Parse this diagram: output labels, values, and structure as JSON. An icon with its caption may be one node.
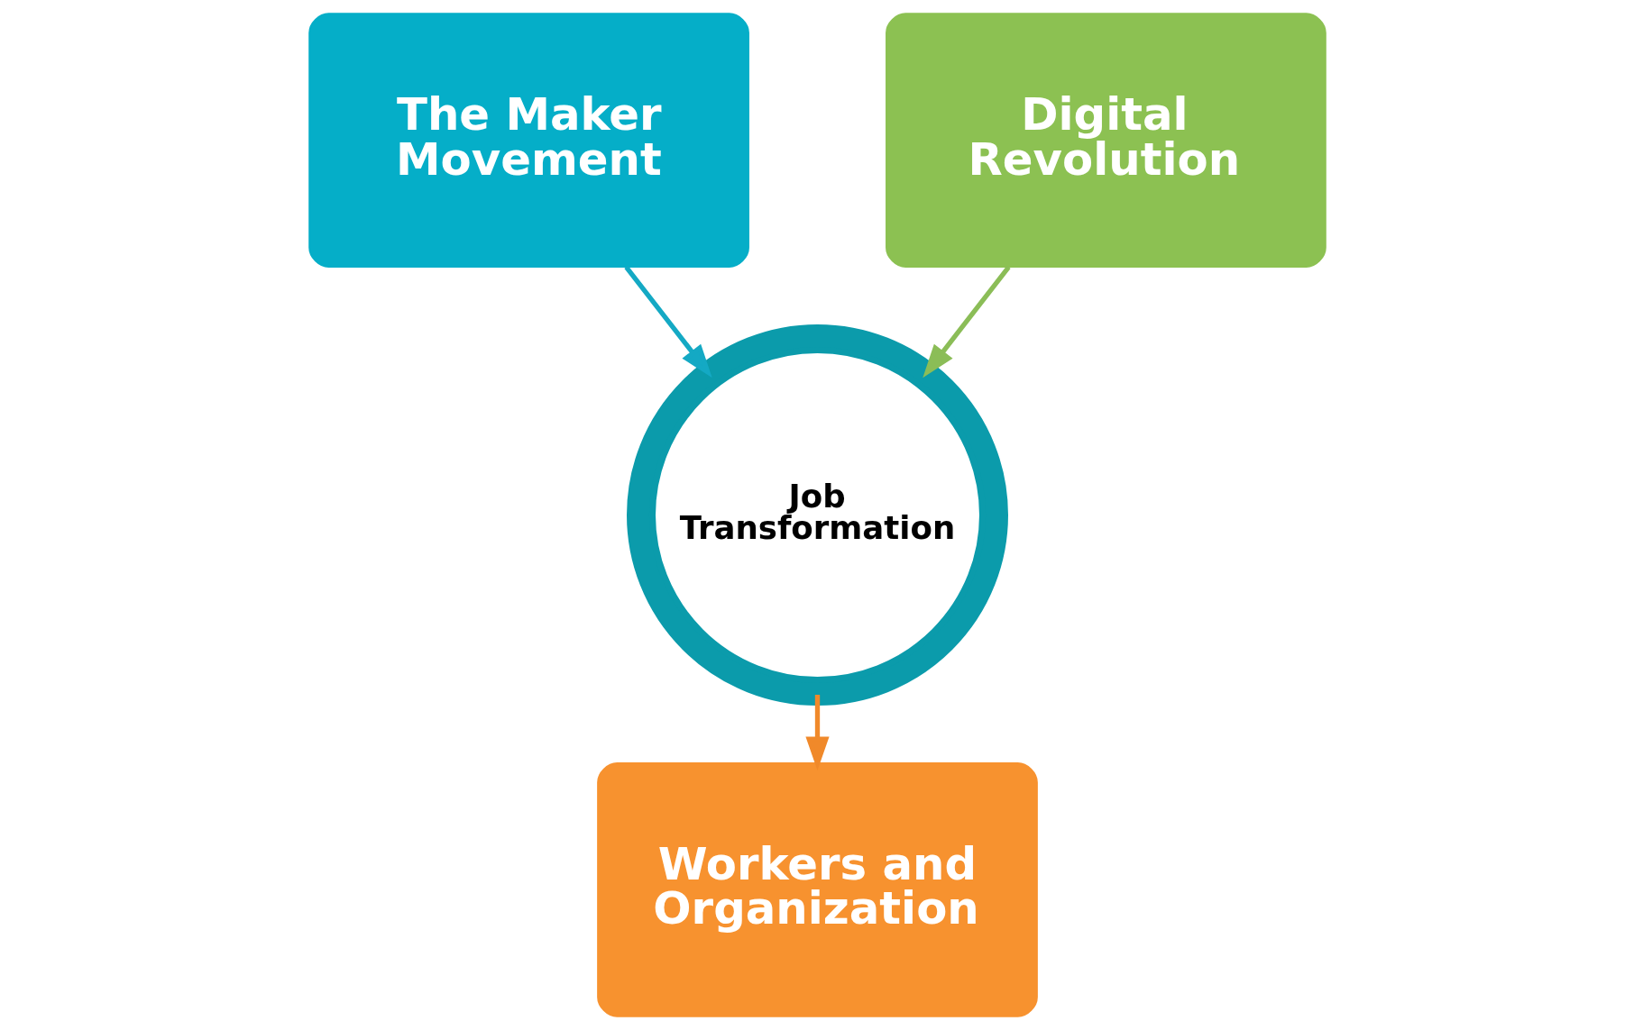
{
  "diagram": {
    "nodes": [
      {
        "text": [
          "The Maker Movement"
        ]
      },
      {
        "text": [
          "Job Transformation"
        ]
      },
      {
        "text": [
          "Digital Revolution"
        ]
      },
      {
        "text": [
          "Workers and Organization"
        ]
      }
    ],
    "edges": [
      {
        "from": 0,
        "to": 1,
        "arrow": "to",
        "color": "#14a9c4"
      },
      {
        "from": 2,
        "to": 1,
        "arrow": "to",
        "color": "#8bbd57"
      },
      {
        "from": 1,
        "to": 3,
        "arrow": "to",
        "color": "#f0892a"
      }
    ]
  }
}
